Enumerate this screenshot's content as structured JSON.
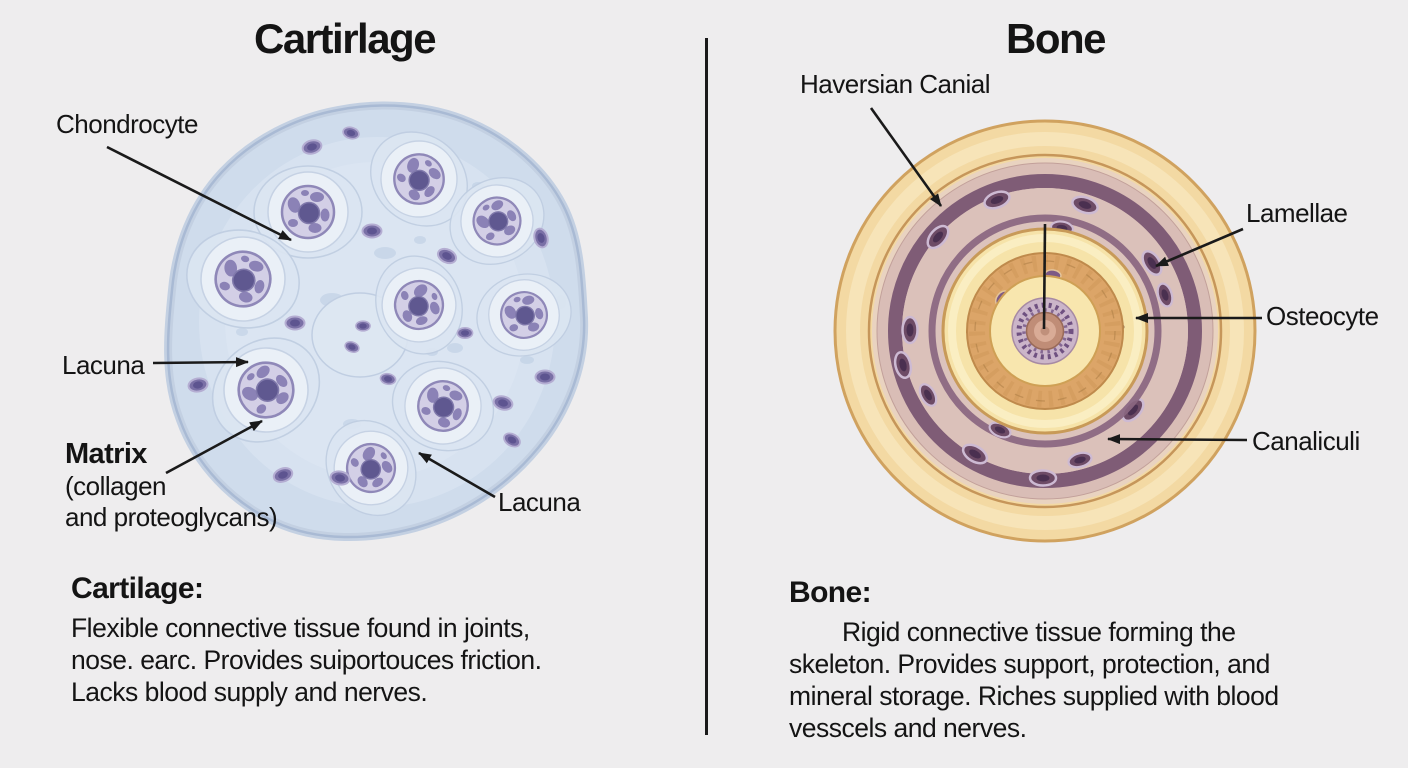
{
  "panels": {
    "cartilage": {
      "title": "Cartirlage",
      "labels": {
        "chondrocyte": "Chondrocyte",
        "lacuna_upper": "Lacuna",
        "matrix": "Matrix",
        "matrix_detail_1": "(collagen",
        "matrix_detail_2": "and proteoglycans)",
        "lacuna_lower": "Lacuna"
      },
      "description": {
        "heading": "Cartilage:",
        "lines": [
          "Flexible connective tissue found in joints,",
          "nose. earc. Provides suiportouces friction.",
          "Lacks blood supply and nerves."
        ]
      }
    },
    "bone": {
      "title": "Bone",
      "labels": {
        "haversian_canal": "Haversian Canial",
        "lamellae": "Lamellae",
        "osteocyte": "Osteocyte",
        "canaliculi": "Canaliculi"
      },
      "description": {
        "heading": "Bone:",
        "lines": [
          "Rigid connective tissue forming the",
          "skeleton. Provides support, protection, and",
          "mineral storage. Riches supplied with blood",
          "vesscels and nerves."
        ]
      }
    }
  },
  "colors": {
    "background": "#eeedee",
    "text": "#141414",
    "divider": "#1a1a1a",
    "cartilage_matrix": "#cfdcec",
    "cartilage_rim": "#a9bad4",
    "chondrocyte_body": "#d3cfe6",
    "chondrocyte_nucleus": "#5f5890",
    "bone_outer_cream": "#f3d9a3",
    "bone_ring_line": "#c89a58",
    "bone_lamella_pink": "#dbc1ba",
    "bone_dark_band": "#7f5c76",
    "bone_yellow": "#f6e3a9",
    "bone_orange": "#dca568",
    "haversian_center": "#c08d77",
    "arrow": "#1a1a1a"
  }
}
